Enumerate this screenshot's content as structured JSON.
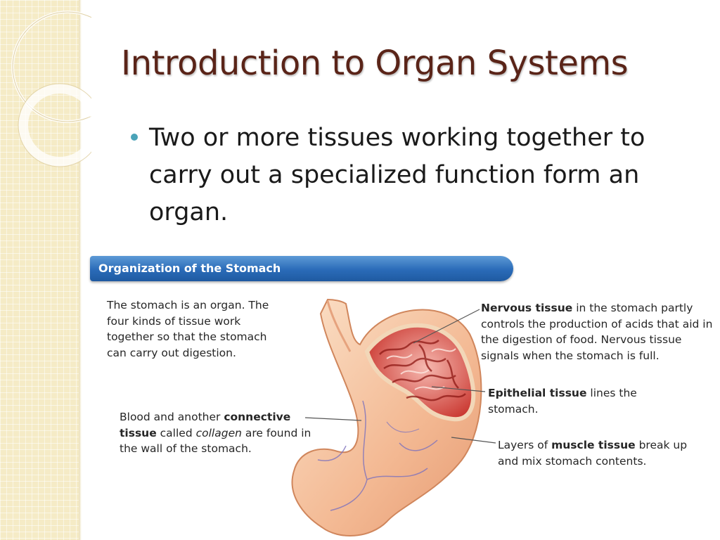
{
  "slide": {
    "title": "Introduction to Organ Systems",
    "bullet": "Two or more tissues working together to carry out a specialized function form an organ."
  },
  "figure": {
    "banner_title": "Organization of the Stomach",
    "intro": "The stomach is an organ. The four kinds of tissue work together so that the stomach can carry out digestion.",
    "nervous": {
      "bold": "Nervous tissue",
      "rest": " in the stomach partly controls the production of acids that aid in the digestion of food. Nervous tissue signals when the stomach is full."
    },
    "epithelial": {
      "bold": "Epithelial tissue",
      "rest": " lines the stomach."
    },
    "connective": {
      "pre": "Blood and another ",
      "bold": "connective tissue",
      "mid": " called ",
      "italic": "collagen",
      "post": " are found in the wall of the stomach."
    },
    "muscle": {
      "pre": "Layers of ",
      "bold": "muscle tissue",
      "post": " break up and mix stomach contents."
    }
  },
  "colors": {
    "title": "#5a2418",
    "bullet_dot": "#4aa3b8",
    "banner": "#2a6bb8",
    "left_band": "#f5ebc6"
  }
}
